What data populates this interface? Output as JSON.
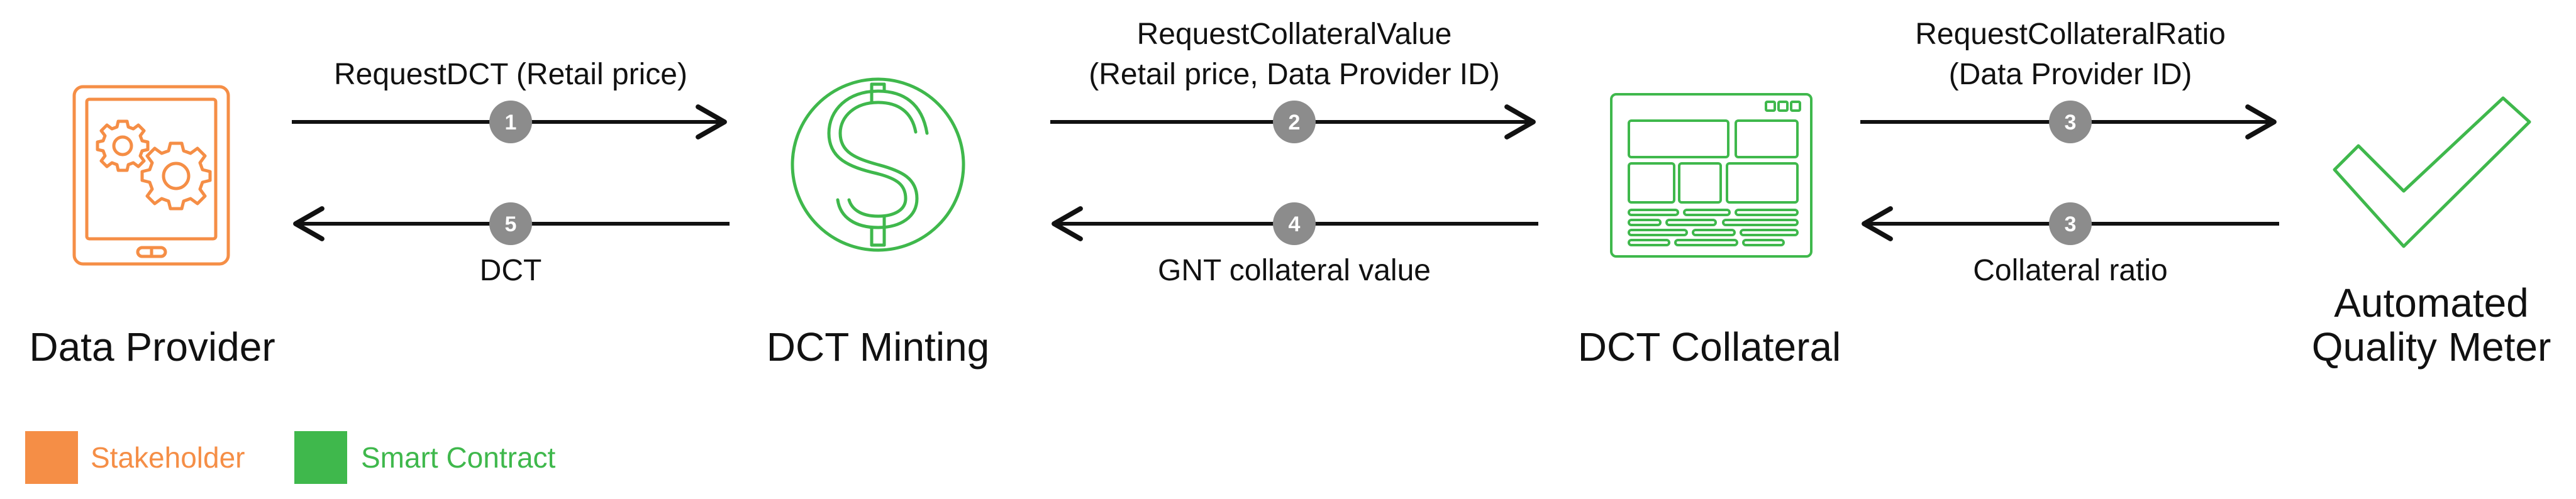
{
  "colors": {
    "stakeholder": "#F58E46",
    "smart_contract": "#3FB84C",
    "arrow": "#111111",
    "badge": "#8C8C8C"
  },
  "nodes": [
    {
      "id": "data-provider",
      "label": "Data Provider",
      "icon": "tablet-gears-icon",
      "role": "stakeholder"
    },
    {
      "id": "dct-minting",
      "label": "DCT Minting",
      "icon": "dollar-coin-icon",
      "role": "smart_contract"
    },
    {
      "id": "dct-collateral",
      "label": "DCT Collateral",
      "icon": "browser-window-icon",
      "role": "smart_contract"
    },
    {
      "id": "quality-meter",
      "label_lines": [
        "Automated",
        "Quality Meter"
      ],
      "icon": "checkmark-icon",
      "role": "smart_contract"
    }
  ],
  "flows": [
    {
      "step": "1",
      "direction": "right",
      "label_lines": [
        "RequestDCT (Retail price)"
      ]
    },
    {
      "step": "5",
      "direction": "left",
      "label_lines": [
        "DCT"
      ]
    },
    {
      "step": "2",
      "direction": "right",
      "label_lines": [
        "RequestCollateralValue",
        "(Retail price, Data Provider ID)"
      ]
    },
    {
      "step": "4",
      "direction": "left",
      "label_lines": [
        "GNT collateral value"
      ]
    },
    {
      "step": "3",
      "direction": "right",
      "label_lines": [
        "RequestCollateralRatio",
        "(Data Provider ID)"
      ]
    },
    {
      "step": "3",
      "direction": "left",
      "label_lines": [
        "Collateral ratio"
      ]
    }
  ],
  "legend": [
    {
      "label": "Stakeholder",
      "color": "#F58E46"
    },
    {
      "label": "Smart Contract",
      "color": "#3FB84C"
    }
  ]
}
